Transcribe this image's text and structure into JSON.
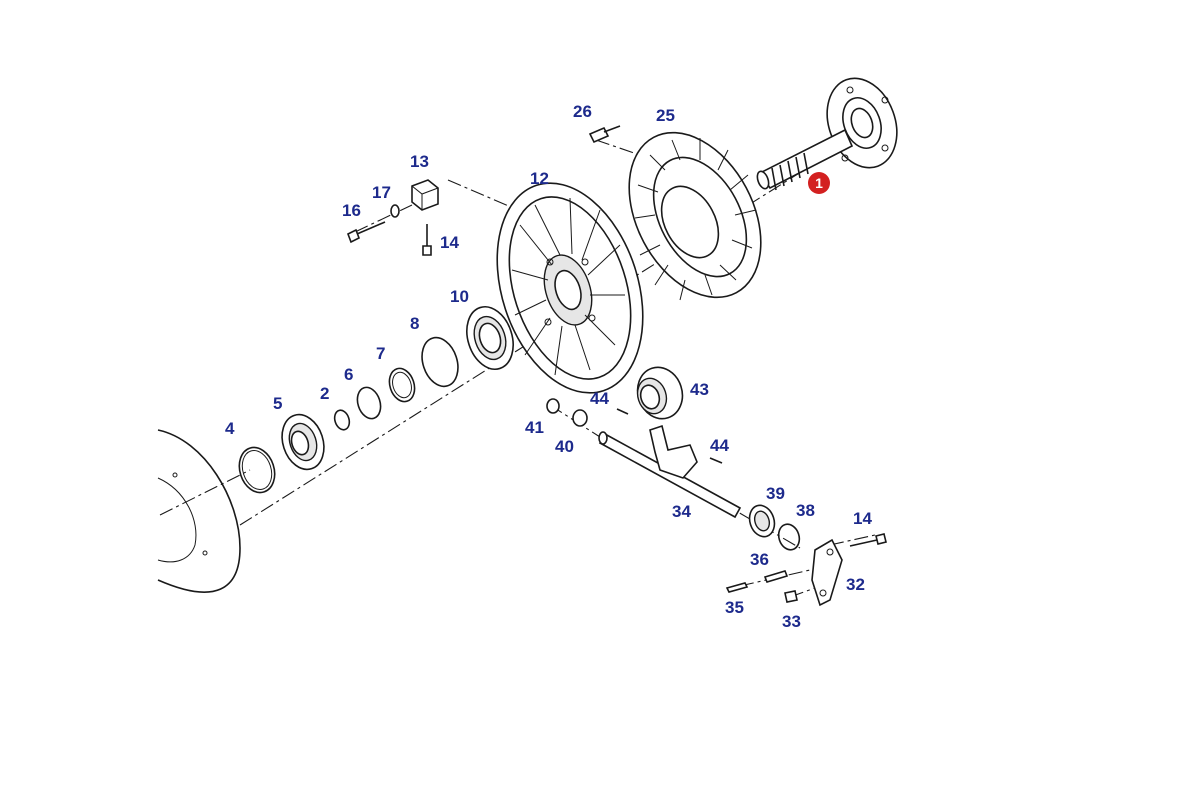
{
  "callouts": {
    "c1": "1",
    "c2": "2",
    "c4": "4",
    "c5": "5",
    "c6": "6",
    "c7": "7",
    "c8": "8",
    "c10": "10",
    "c12": "12",
    "c13": "13",
    "c14a": "14",
    "c14b": "14",
    "c16": "16",
    "c17": "17",
    "c25": "25",
    "c26": "26",
    "c32": "32",
    "c33": "33",
    "c34": "34",
    "c35": "35",
    "c36": "36",
    "c38": "38",
    "c39": "39",
    "c40": "40",
    "c41": "41",
    "c43": "43",
    "c44a": "44",
    "c44b": "44"
  },
  "colors": {
    "label": "#1d2a8c",
    "highlight_badge": "#d32020",
    "line": "#1a1a1a"
  }
}
